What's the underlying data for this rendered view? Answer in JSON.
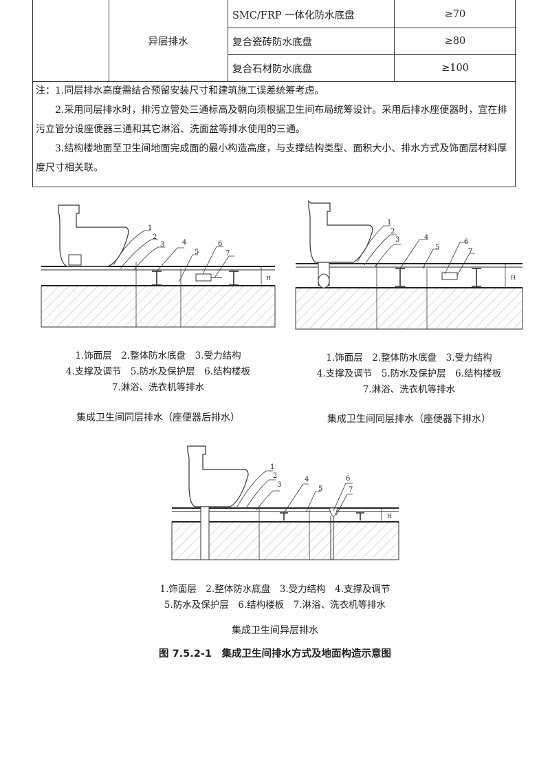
{
  "table": {
    "category": "异层排水",
    "rows": [
      {
        "type": "SMC/FRP 一体化防水底盘",
        "value": "≥70"
      },
      {
        "type": "复合瓷砖防水底盘",
        "value": "≥80"
      },
      {
        "type": "复合石材防水底盘",
        "value": "≥100"
      }
    ]
  },
  "notes": [
    "注：1.同层排水高度需结合预留安装尺寸和建筑施工误差统筹考虑。",
    "2.采用同层排水时，排污立管处三通标高及朝向须根据卫生间布局统筹设计。采用后排水座便器时，宜在排污立管分设座便器三通和其它淋浴、洗面盆等排水使用的三通。",
    "3.结构楼地面至卫生间地面完成面的最小构造高度，与支撑结构类型、面积大小、排水方式及饰面层材料厚度尺寸相关联。"
  ],
  "figure_a": {
    "legend": [
      "1.饰面层　2.整体防水底盘　3.受力结构",
      "4.支撑及调节　5.防水及保护层　6.结构楼板",
      "7.淋浴、洗衣机等排水"
    ],
    "caption": "集成卫生间同层排水（座便器后排水）"
  },
  "figure_b": {
    "legend": [
      "1.饰面层　2.整体防水底盘　3.受力结构",
      "4.支撑及调节　5.防水及保护层　6.结构楼板",
      "7.淋浴、洗衣机等排水"
    ],
    "caption": "集成卫生间同层排水（座便器下排水）"
  },
  "figure_c": {
    "legend": [
      "1.饰面层　2.整体防水底盘　3.受力结构　4.支撑及调节",
      "5.防水及保护层　6.结构楼板　7.淋浴、洗衣机等排水"
    ],
    "caption": "集成卫生间异层排水"
  },
  "diagram_labels": [
    "1",
    "2",
    "3",
    "4",
    "5",
    "6",
    "7",
    "H"
  ],
  "figure_title": "图 7.5.2-1　集成卫生间排水方式及地面构造示意图"
}
